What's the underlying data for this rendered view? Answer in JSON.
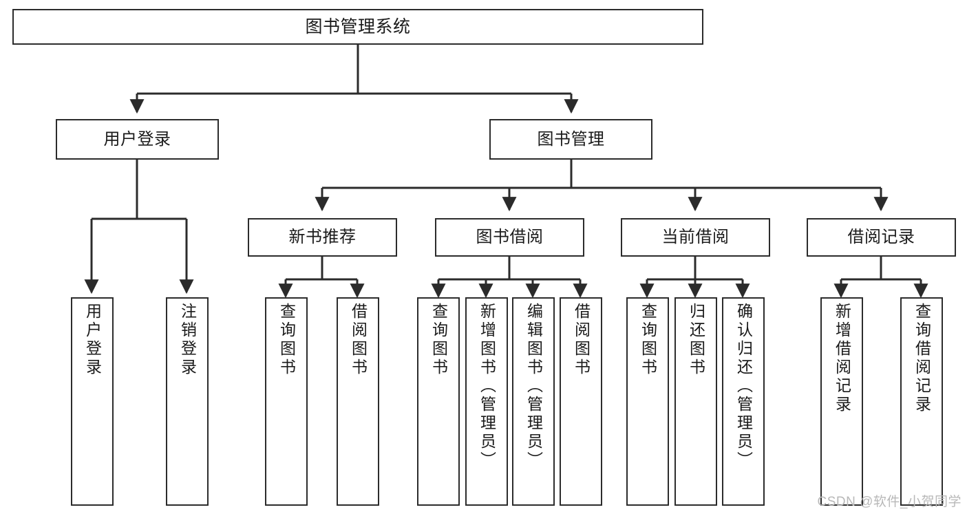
{
  "diagram": {
    "type": "tree",
    "title": "图书管理系统",
    "watermark": "CSDN @软件_小贺同学",
    "colors": {
      "box_border": "#2b2b2b",
      "box_fill": "#ffffff",
      "connector": "#2b2b2b",
      "text": "#1a1a1a",
      "watermark": "#b8b8b8",
      "background": "#ffffff"
    },
    "nodes": {
      "root": {
        "label": "图书管理系统"
      },
      "level2": [
        {
          "id": "user-login",
          "label": "用户登录"
        },
        {
          "id": "book-manage",
          "label": "图书管理"
        }
      ],
      "level3": [
        {
          "id": "new-book-recommend",
          "label": "新书推荐"
        },
        {
          "id": "book-borrow",
          "label": "图书借阅"
        },
        {
          "id": "current-borrow",
          "label": "当前借阅"
        },
        {
          "id": "borrow-record",
          "label": "借阅记录"
        }
      ],
      "leaves": {
        "user-login": [
          {
            "id": "leaf-user-login",
            "label": "用户登录"
          },
          {
            "id": "leaf-logout-login",
            "label": "注销登录"
          }
        ],
        "new-book-recommend": [
          {
            "id": "leaf-query-book-1",
            "label": "查询图书"
          },
          {
            "id": "leaf-borrow-book-1",
            "label": "借阅图书"
          }
        ],
        "book-borrow": [
          {
            "id": "leaf-query-book-2",
            "label": "查询图书"
          },
          {
            "id": "leaf-add-book",
            "label": "新增图书（管理员）"
          },
          {
            "id": "leaf-edit-book",
            "label": "编辑图书（管理员）"
          },
          {
            "id": "leaf-borrow-book-2",
            "label": "借阅图书"
          }
        ],
        "current-borrow": [
          {
            "id": "leaf-query-book-3",
            "label": "查询图书"
          },
          {
            "id": "leaf-return-book",
            "label": "归还图书"
          },
          {
            "id": "leaf-confirm-return",
            "label": "确认归还（管理员）"
          }
        ],
        "borrow-record": [
          {
            "id": "leaf-add-record",
            "label": "新增借阅记录"
          },
          {
            "id": "leaf-query-record",
            "label": "查询借阅记录"
          }
        ]
      }
    }
  }
}
